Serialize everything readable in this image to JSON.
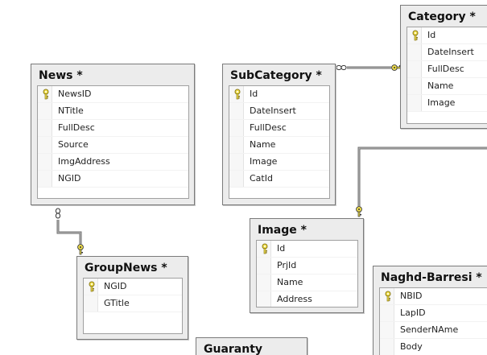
{
  "tables": [
    {
      "id": "news",
      "title": "News *",
      "columns": [
        "NewsID",
        "NTitle",
        "FullDesc",
        "Source",
        "ImgAddress",
        "NGID"
      ],
      "key_column": 0
    },
    {
      "id": "subcategory",
      "title": "SubCategory *",
      "columns": [
        "Id",
        "DateInsert",
        "FullDesc",
        "Name",
        "Image",
        "CatId"
      ],
      "key_column": 0
    },
    {
      "id": "category",
      "title": "Category *",
      "columns": [
        "Id",
        "DateInsert",
        "FullDesc",
        "Name",
        "Image"
      ],
      "key_column": 0
    },
    {
      "id": "groupnews",
      "title": "GroupNews *",
      "columns": [
        "NGID",
        "GTitle"
      ],
      "key_column": 0
    },
    {
      "id": "image",
      "title": "Image *",
      "columns": [
        "Id",
        "PrjId",
        "Name",
        "Address"
      ],
      "key_column": 0
    },
    {
      "id": "naghd",
      "title": "Naghd-Barresi *",
      "columns": [
        "NBID",
        "LapID",
        "SenderNAme",
        "Body"
      ],
      "key_column": 0
    },
    {
      "id": "guaranty",
      "title": "Guaranty",
      "columns": [],
      "key_column": -1
    }
  ],
  "relationships": [
    {
      "many_side": "subcategory",
      "one_side": "category",
      "many_symbol": "infinity",
      "one_symbol": "key"
    },
    {
      "many_side": "news",
      "one_side": "groupnews",
      "many_symbol": "infinity",
      "one_symbol": "key"
    },
    {
      "many_side": "category",
      "one_side": "image",
      "many_symbol": "infinity",
      "one_symbol": "key"
    }
  ],
  "colors": {
    "table_fill": "#ececec",
    "table_border": "#7a7a7a",
    "grid_fill": "#ffffff",
    "connector": "#6e6e6e",
    "key_fill": "#f2e04a",
    "key_stroke": "#8a7a1a"
  },
  "icons": {
    "primary_key": "key-icon",
    "many_end": "infinity-icon",
    "one_end": "key-icon"
  }
}
